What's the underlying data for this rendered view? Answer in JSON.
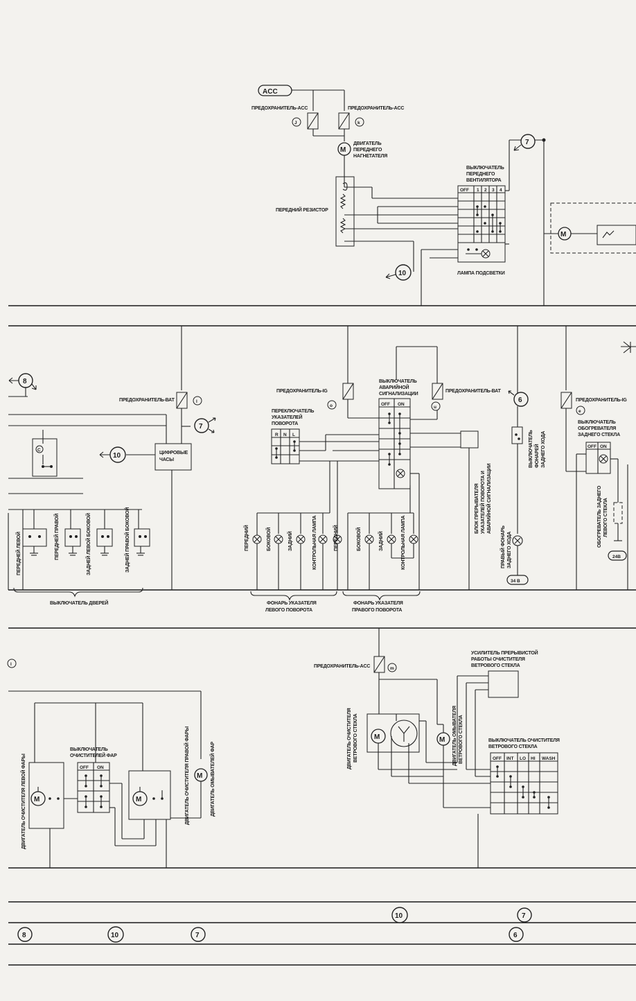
{
  "terminals": {
    "acc": "ACC",
    "ref_24b": "24B",
    "ref_34b": "34 В"
  },
  "fuses": {
    "acc_j": "ПРЕДОХРАНИТЕЛЬ-ACC",
    "acc_k": "ПРЕДОХРАНИТЕЛЬ-ACC",
    "bat_l": "ПРЕДОХРАНИТЕЛЬ-ВАТ",
    "ig_o": "ПРЕДОХРАНИТЕЛЬ-IG",
    "bat_u": "ПРЕДОХРАНИТЕЛЬ-ВАТ",
    "ig_e": "ПРЕДОХРАНИТЕЛЬ-IG",
    "acc_m": "ПРЕДОХРАНИТЕЛЬ-ACC"
  },
  "fuse_letters": {
    "j": "J",
    "k": "k",
    "l": "l",
    "o": "o",
    "u": "u",
    "e": "e",
    "m": "m",
    "i": "l"
  },
  "components": {
    "blower_motor": [
      "ДВИГАТЕЛЬ",
      "ПЕРЕДНЕГО",
      "НАГНЕТАТЕЛЯ"
    ],
    "fan_switch": [
      "ВЫКЛЮЧАТЕЛЬ",
      "ПЕРЕДНЕГО",
      "ВЕНТИЛЯТОРА"
    ],
    "front_resistor": "ПЕРЕДНИЙ РЕЗИСТОР",
    "illumination_lamp": "ЛАМПА ПОДСВЕТКИ",
    "hazard_switch": [
      "ВЫКЛЮЧАТЕЛЬ",
      "АВАРИЙНОЙ",
      "СИГНАЛИЗАЦИИ"
    ],
    "turn_switch": [
      "ПЕРЕКЛЮЧАТЕЛЬ",
      "УКАЗАТЕЛЕЙ",
      "ПОВОРОТА"
    ],
    "digital_clock": [
      "ЦИФРОВЫЕ",
      "ЧАСЫ"
    ],
    "flasher_unit": [
      "БЛОК ПРЕРЫВАТЕЛЯ",
      "УКАЗАТЕЛЕЙ ПОВОРОТА И",
      "АВАРИЙНОЙ СИГНАЛИЗАЦИИ"
    ],
    "reverse_switch": [
      "ВЫКЛЮЧАТЕЛЬ",
      "ФОНАРЕЙ",
      "ЗАДНЕГО ХОДА"
    ],
    "right_reverse_lamp": [
      "ПРАВЫЙ ФОНАРЬ",
      "ЗАДНЕГО ХОДА"
    ],
    "rear_defog_switch": [
      "ВЫКЛЮЧАТЕЛЬ",
      "ОБОГРЕВАТЕЛЯ",
      "ЗАДНЕГО СТЕКЛА"
    ],
    "left_rear_defogger": [
      "ОБОГРЕВАТЕЛЬ ЗАДНЕГО",
      "ЛЕВОГО СТЕКЛА"
    ],
    "door_switch_title": "ВЫКЛЮЧАТЕЛЬ ДВЕРЕЙ",
    "door_switches": [
      "ПЕРЕДНЕЙ ЛЕВОЙ",
      "ПЕРЕДНЕЙ ПРАВОЙ",
      "ЗАДНЕЙ ЛЕВОЙ БОКОВОЙ",
      "ЗАДНЕЙ ПРАВОЙ БОКОВОЙ"
    ],
    "left_turn_lamps_title": [
      "ФОНАРЬ УКАЗАТЕЛЯ",
      "ЛЕВОГО ПОВОРОТА"
    ],
    "right_turn_lamps_title": [
      "ФОНАРЬ УКАЗАТЕЛЯ",
      "ПРАВОГО ПОВОРОТА"
    ],
    "left_turn_lamps": [
      "ПЕРЕДНИЙ",
      "БОКОВОЙ",
      "ЗАДНИЙ",
      "КОНТРОЛЬНАЯ ЛАМПА"
    ],
    "right_turn_lamps": [
      "ПЕРЕДНИЙ",
      "БОКОВОЙ",
      "ЗАДНИЙ",
      "КОНТРОЛЬНАЯ ЛАМПА"
    ],
    "left_hl_wiper_motor": "ДВИГАТЕЛЬ ОЧИСТИТЕЛЯ ЛЕВОЙ ФАРЫ",
    "hl_wiper_switch": [
      "ВЫКЛЮЧАТЕЛЬ",
      "ОЧИСТИТЕЛЕЙ ФАР"
    ],
    "right_hl_wiper_motor": "ДВИГАТЕЛЬ ОЧИСТИТЕЛЯ ПРАВОЙ ФАРЫ",
    "hl_washer_motor": "ДВИГАТЕЛЬ ОМЫВАТЕЛЕЙ ФАР",
    "intermittent_amp": [
      "УСИЛИТЕЛЬ ПРЕРЫВИСТОЙ",
      "РАБОТЫ ОЧИСТИТЕЛЯ",
      "ВЕТРОВОГО СТЕКЛА"
    ],
    "ws_wiper_motor": [
      "ДВИГАТЕЛЬ ОЧИСТИТЕЛЯ",
      "ВЕТРОВОГО СТЕКЛА"
    ],
    "ws_washer_motor": [
      "ДВИГАТЕЛЬ ОМЫВАТЕЛЯ",
      "ВЕТРОВОГО СТЕКЛА"
    ],
    "ws_wiper_switch": [
      "ВЫКЛЮЧАТЕЛЬ ОЧИСТИТЕЛЯ",
      "ВЕТРОВОГО СТЕКЛА"
    ]
  },
  "switch_positions": {
    "fan": [
      "OFF",
      "1",
      "2",
      "3",
      "4"
    ],
    "hazard": [
      "OFF",
      "ON"
    ],
    "turn": [
      "R",
      "N",
      "L"
    ],
    "defog": [
      "OFF",
      "ON"
    ],
    "hl_wiper": [
      "OFF",
      "ON"
    ],
    "ws_wiper": [
      "OFF",
      "INT",
      "LO",
      "HI",
      "WASH"
    ]
  },
  "connectors": {
    "n7": "7",
    "n10": "10",
    "n8": "8",
    "n6": "6",
    "motor": "M",
    "clock_c": "C"
  }
}
